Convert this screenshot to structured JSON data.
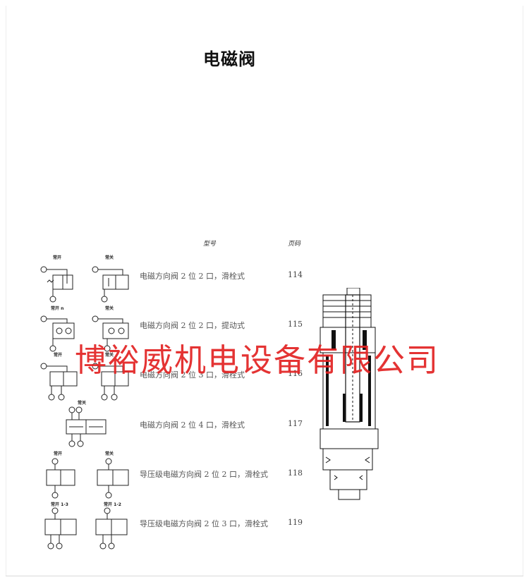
{
  "title": "电磁阀",
  "columns": {
    "model": "型号",
    "page": "页码"
  },
  "rows": [
    {
      "symbol_labels": [
        "常开",
        "常关"
      ],
      "description": "电磁方向阀 2 位 2 口，滑栓式",
      "page": "114"
    },
    {
      "symbol_labels": [
        "常开 n",
        "常关"
      ],
      "description": "电磁方向阀 2 位 2 口，提动式",
      "page": "115"
    },
    {
      "symbol_labels": [
        "常开",
        "常关"
      ],
      "description": "电磁方向阀 2 位 3 口，滑栓式",
      "page": "116"
    },
    {
      "symbol_labels": [
        "常关"
      ],
      "description": "电磁方向阀 2 位 4 口，滑栓式",
      "page": "117"
    },
    {
      "symbol_labels": [
        "常开",
        "常关"
      ],
      "description": "导压级电磁方向阀 2 位 2 口，滑栓式",
      "page": "118"
    },
    {
      "symbol_labels": [
        "常开 1-3",
        "常开 1-2"
      ],
      "description": "导压级电磁方向阀 2 位 3 口，滑栓式",
      "page": "119"
    }
  ],
  "watermark": "博裕威机电设备有限公司",
  "colors": {
    "watermark": "#e22424",
    "text": "#555555",
    "line": "#222222"
  }
}
